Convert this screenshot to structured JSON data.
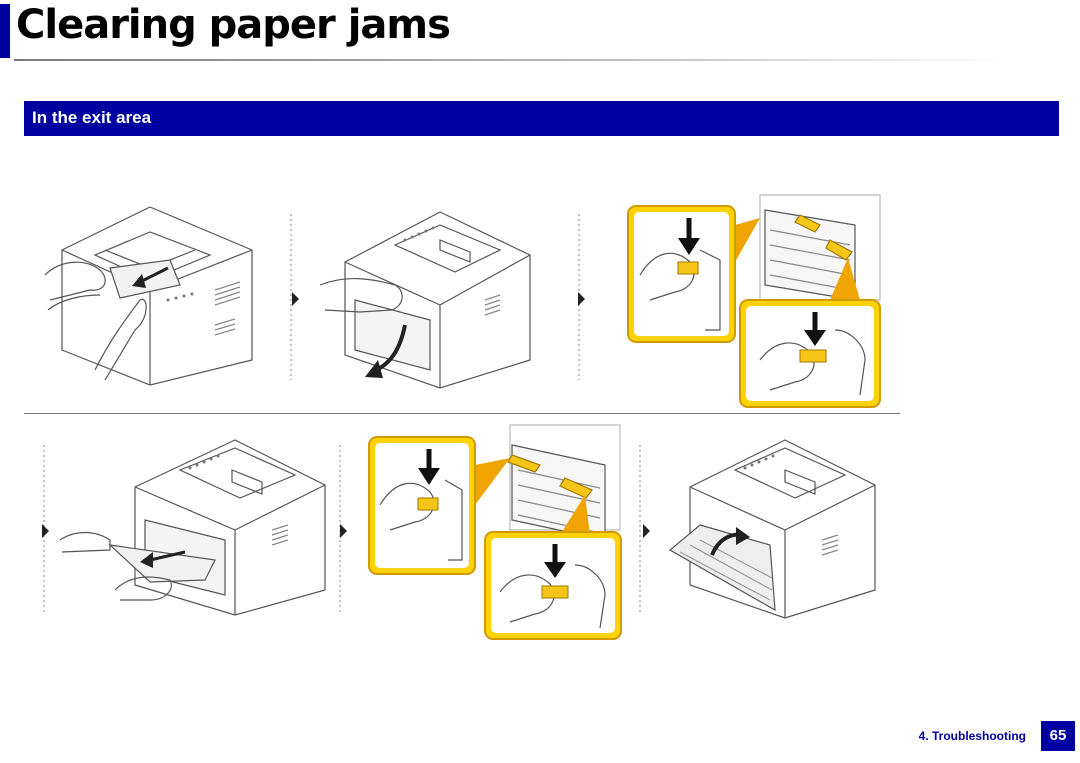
{
  "page": {
    "title": "Clearing paper jams",
    "section_title": "In the exit area"
  },
  "footer": {
    "chapter": "4. Troubleshooting",
    "page_number": "65"
  },
  "colors": {
    "brand_blue": "#0000a0",
    "callout_yellow": "#ffd200",
    "callout_orange": "#f0a400",
    "part_yellow": "#f5c518"
  },
  "figures": [
    {
      "name": "pull-paper-from-output-tray",
      "icon": "printer-icon"
    },
    {
      "name": "open-rear-cover",
      "icon": "printer-icon"
    },
    {
      "name": "lower-fuser-levers",
      "icon": "lever-icon"
    },
    {
      "name": "pull-jammed-paper-out",
      "icon": "printer-icon"
    },
    {
      "name": "raise-fuser-levers",
      "icon": "lever-icon"
    },
    {
      "name": "close-rear-cover",
      "icon": "printer-icon"
    }
  ]
}
